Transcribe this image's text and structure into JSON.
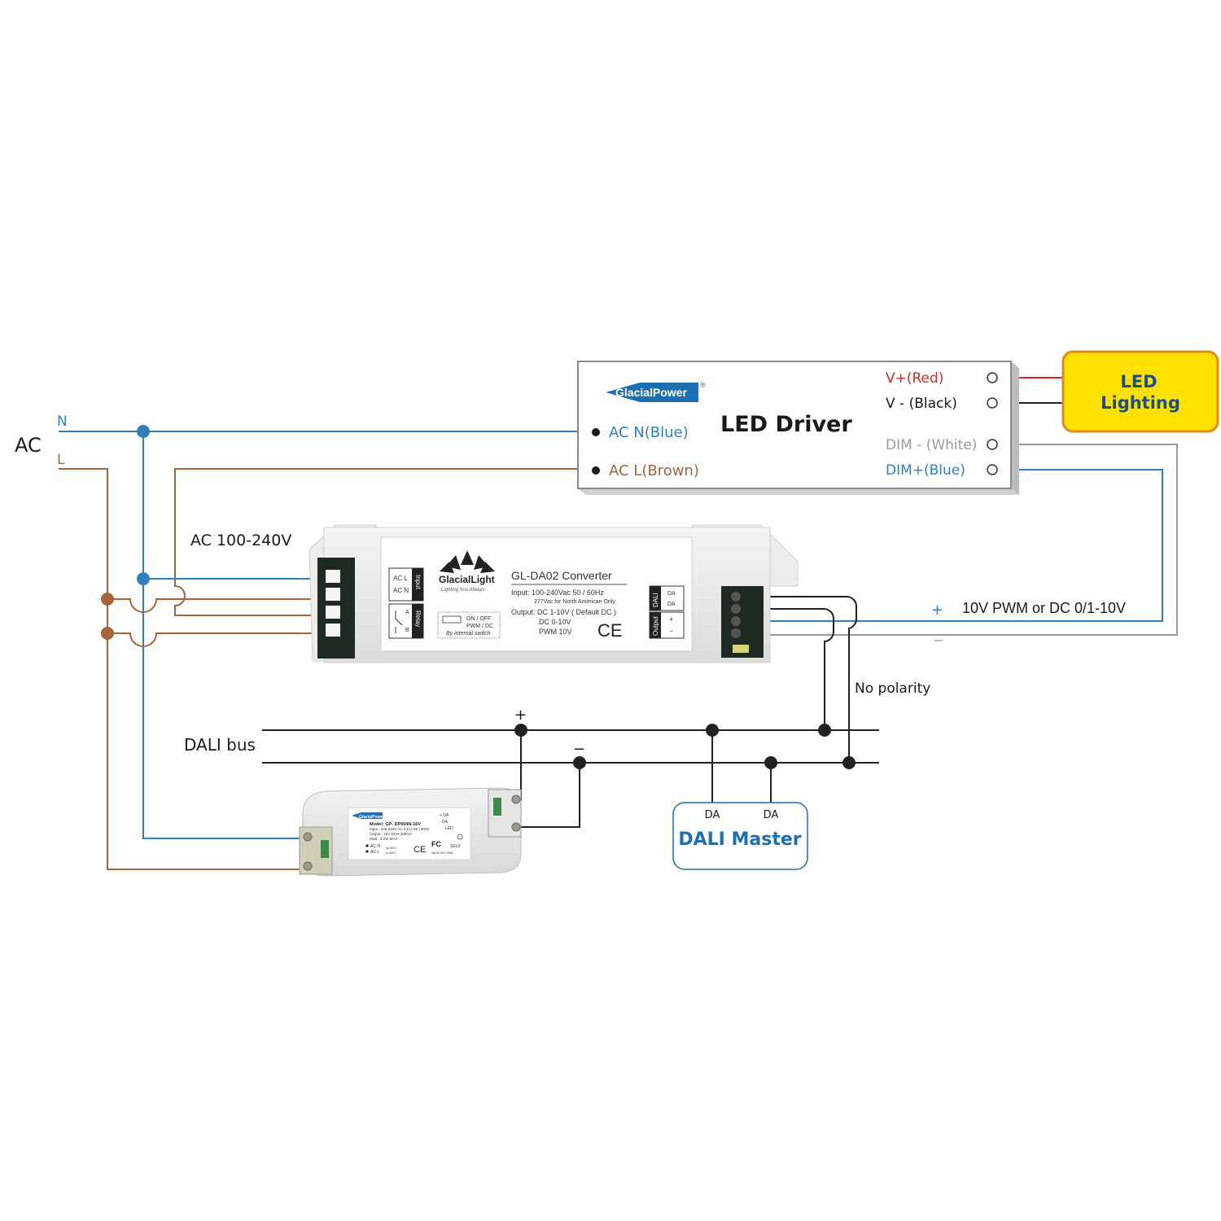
{
  "colors": {
    "neutral_wire": "#2f7fbf",
    "live_wire": "#a5643a",
    "red_wire": "#d22a2a",
    "black_wire": "#222222",
    "grey_wire": "#9a9a9a",
    "dali_master": "#1c6fb0",
    "led_box_fill": "#ffe100",
    "led_box_stroke": "#e38a1a"
  },
  "ac": {
    "label": "AC",
    "n_label": "N",
    "l_label": "L"
  },
  "led_driver": {
    "brand": "GlacialPower",
    "registered": "®",
    "title": "LED Driver",
    "ac_n": "AC N(Blue)",
    "ac_l": "AC L(Brown)",
    "v_plus": "V+(Red)",
    "v_minus": "V - (Black)",
    "dim_minus": "DIM - (White)",
    "dim_plus": "DIM+(Blue)"
  },
  "led_lighting": {
    "line1": "LED",
    "line2": "Lighting"
  },
  "converter": {
    "supply_label": "AC 100-240V",
    "brand": "GlacialLight",
    "tagline": "Lighting You Always",
    "model": "GL-DA02 Converter",
    "input_line1": "Input: 100-240Vac  50 / 60Hz",
    "input_line2": "277Vac for North American Only",
    "output_line1": "Output: DC 1-10V ( Default DC )",
    "output_line2": "DC 0-10V",
    "output_line3": "PWM 10V",
    "switch_line1": "ON / OFF",
    "switch_line2": "PWM / DC",
    "switch_line3": "By internal switch",
    "tab_input": "Input",
    "tab_relay": "Relay",
    "tab_dali": "DALI",
    "tab_output": "Output",
    "ac_l": "AC L",
    "ac_n": "AC N",
    "relay_a": "A",
    "relay_b": "B",
    "da_1": "DA",
    "da_2": "DA",
    "out_plus": "+",
    "out_minus": "−",
    "ce_mark": "CE"
  },
  "dim_signal": {
    "plus": "+",
    "minus": "−",
    "label": "10V PWM or DC 0/1-10V"
  },
  "no_polarity": "No polarity",
  "dali_bus": {
    "label": "DALI bus",
    "plus": "+",
    "minus": "−"
  },
  "dali_master": {
    "da_1": "DA",
    "da_2": "DA",
    "title": "DALI Master"
  },
  "psu": {
    "brand": "GlacialPower",
    "model": "Model: GP- DP004N-16V",
    "input": "Input : 100-240V AC 0.11A  50 | 60Hz",
    "output": "Output : 16V DC⎓ 200mA",
    "watt": "Watt : 3.2W MAX",
    "ac_n": "AC N",
    "ac_l": "AC L",
    "ta": "ta=45°C",
    "tc": "tc=65°C",
    "da_plus": "+ DA",
    "da_minus": "- DA",
    "led": "LED",
    "selv": "SELV",
    "made_in": "MADE IN CHINA",
    "ce": "CE",
    "fc": "FC"
  }
}
